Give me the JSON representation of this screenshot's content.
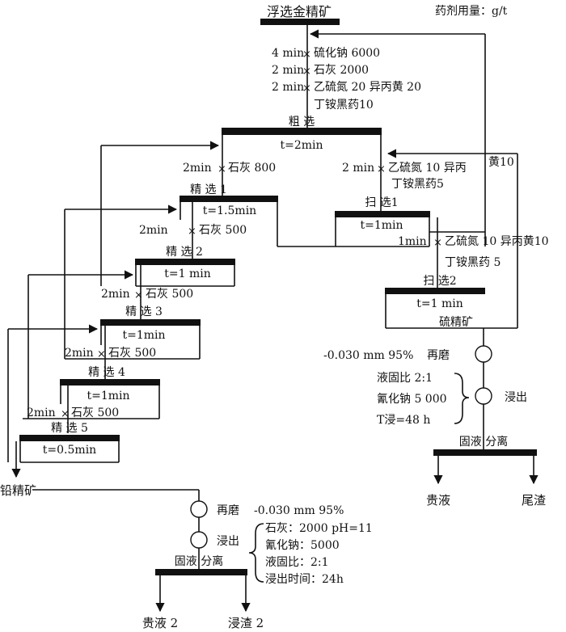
{
  "header": {
    "title": "浮选金精矿",
    "unit_note": "药剂用量：g/t"
  },
  "rougher": {
    "reagent_lines": [
      "4 min ",
      "2 min ",
      "2 min ",
      "丁铵黑药10"
    ],
    "reagents": [
      "硫化钠 6000",
      "石灰 2000",
      "乙硫氮 20 异丙黄 20"
    ],
    "label": "粗  选",
    "time": "t=2min"
  },
  "cleaner_1": {
    "dose": "2min",
    "reagent": "石灰 800",
    "label": "精  选 1",
    "time": "t=1.5min"
  },
  "cleaner_2": {
    "dose": "2min",
    "reagent": "石灰 500",
    "label": "精  选 2",
    "time": "t=1 min"
  },
  "cleaner_3": {
    "dose": "2min",
    "reagent": "石灰 500",
    "label": "精  选 3",
    "time": "t=1min"
  },
  "cleaner_4": {
    "dose": "2min",
    "reagent": "石灰 500",
    "label": "精  选 4",
    "time": "t=1min"
  },
  "cleaner_5": {
    "dose": "2min",
    "reagent": "石灰 500",
    "label": "精  选 5",
    "time": "t=0.5min"
  },
  "scavenger_1": {
    "dose": "2 min",
    "reagent": "乙硫氮 10 异丙",
    "reagent_extra": "黄10",
    "reagent_line2": "丁铵黑药5",
    "label": "扫  选1",
    "time": "t=1min"
  },
  "scavenger_2": {
    "dose": "1min",
    "reagent": "乙硫氮 10 异丙黄10",
    "reagent_line2": "丁铵黑药 5",
    "label": "扫  选2",
    "time": "t=1 min",
    "product": "硫精矿"
  },
  "sulfur_branch": {
    "regrind_spec": "-0.030 mm 95%",
    "regrind": "再磨",
    "conditions": [
      "液固比 2:1",
      "氰化钠 5 000",
      "T浸=48 h"
    ],
    "leach": "浸出",
    "separation": "固液  分离",
    "out_left": "贵液",
    "out_right": "尾渣"
  },
  "lead_branch": {
    "product": "铅精矿",
    "regrind": "再磨",
    "regrind_spec": "-0.030 mm 95%",
    "leach": "浸出",
    "conditions": [
      "石灰：2000 pH=11",
      "氰化钠：5000",
      "液固比：2:1",
      "浸出时间：24h"
    ],
    "separation": "固液  分离",
    "out_left": "贵液 2",
    "out_right": "浸渣 2"
  }
}
